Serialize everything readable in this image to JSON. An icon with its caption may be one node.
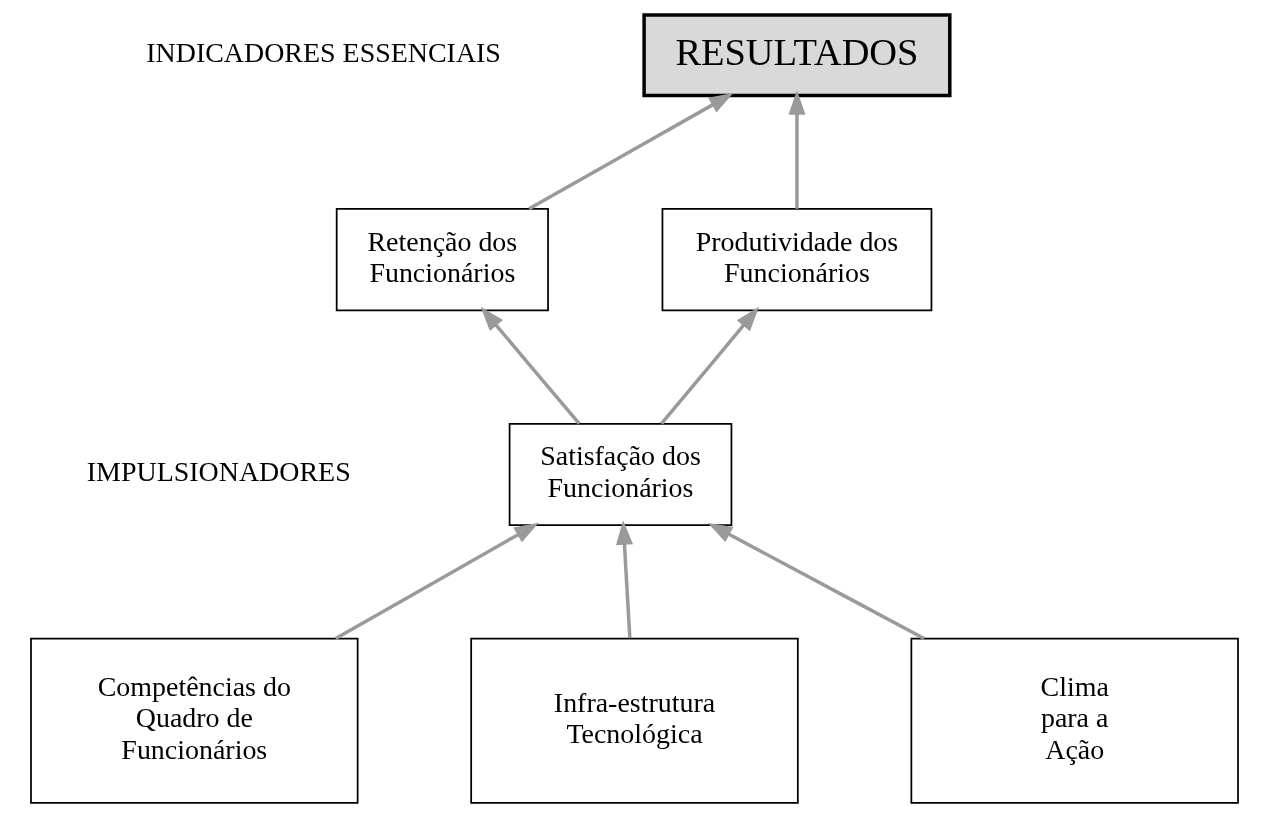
{
  "diagram": {
    "nodes": [
      {
        "text": [
          "RESULTADOS"
        ]
      },
      {
        "text": [
          "Retenção dos Funcionários"
        ]
      },
      {
        "text": [
          "Produtividade dos Funcionários"
        ]
      },
      {
        "text": [
          "Satisfação dos Funcionários"
        ]
      },
      {
        "text": [
          "Competências do Quadro de Funcionários"
        ]
      },
      {
        "text": [
          "Infra-estrutura Tecnológica"
        ]
      },
      {
        "text": [
          "Clima para a Ação"
        ]
      }
    ],
    "edges": [
      {
        "from": 1,
        "to": 0,
        "arrow": "to"
      },
      {
        "from": 2,
        "to": 0,
        "arrow": "to"
      },
      {
        "from": 3,
        "to": 1,
        "arrow": "to"
      },
      {
        "from": 3,
        "to": 2,
        "arrow": "to"
      },
      {
        "from": 4,
        "to": 3,
        "arrow": "to"
      },
      {
        "from": 5,
        "to": 3,
        "arrow": "to"
      },
      {
        "from": 6,
        "to": 3,
        "arrow": "to"
      }
    ],
    "labels": [
      "INDICADORES ESSENCIAIS",
      "IMPULSIONADORES"
    ]
  }
}
